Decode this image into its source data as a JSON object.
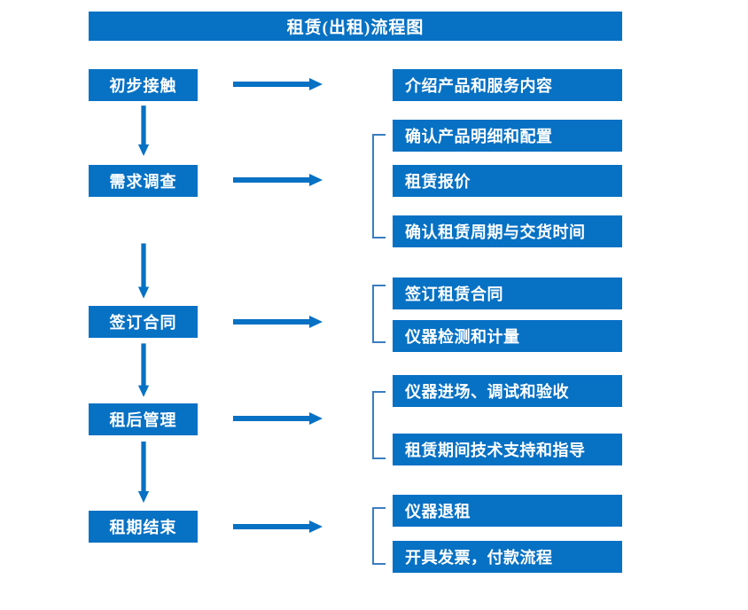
{
  "title": "租赁(出租)流程图",
  "colors": {
    "primary": "#0771c4",
    "bracket": "#3a7ebf",
    "text_on_primary": "#ffffff",
    "background": "#ffffff"
  },
  "flow": {
    "stages": [
      {
        "id": "stage-1",
        "label": "初步接触"
      },
      {
        "id": "stage-2",
        "label": "需求调查"
      },
      {
        "id": "stage-3",
        "label": "签订合同"
      },
      {
        "id": "stage-4",
        "label": "租后管理"
      },
      {
        "id": "stage-5",
        "label": "租期结束"
      }
    ],
    "groups": [
      {
        "for_stage": "stage-1",
        "bracketed": false,
        "items": [
          "介绍产品和服务内容"
        ]
      },
      {
        "for_stage": "stage-2",
        "bracketed": true,
        "items": [
          "确认产品明细和配置",
          "租赁报价",
          "确认租赁周期与交货时间"
        ]
      },
      {
        "for_stage": "stage-3",
        "bracketed": true,
        "items": [
          "签订租赁合同",
          "仪器检测和计量"
        ]
      },
      {
        "for_stage": "stage-4",
        "bracketed": true,
        "items": [
          "仪器进场、调试和验收",
          "租赁期间技术支持和指导"
        ]
      },
      {
        "for_stage": "stage-5",
        "bracketed": true,
        "items": [
          "仪器退租",
          "开具发票，付款流程"
        ]
      }
    ],
    "connectors": {
      "vertical_arrows": 4,
      "horizontal_arrows": 5
    }
  },
  "icons": {
    "arrow_right": "right-arrow-icon",
    "arrow_down": "down-arrow-icon",
    "bracket": "group-bracket-icon"
  }
}
